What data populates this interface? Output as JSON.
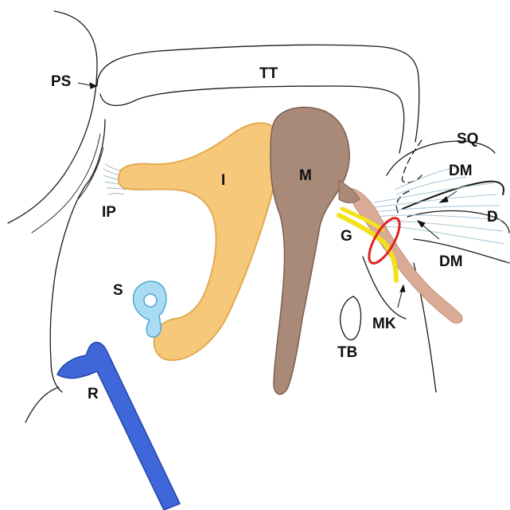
{
  "labels": {
    "ps": "PS",
    "tt": "TT",
    "sq": "SQ",
    "dm_upper": "DM",
    "dm_lower": "DM",
    "d": "D",
    "ip": "IP",
    "i": "I",
    "m": "M",
    "g": "G",
    "s": "S",
    "mk": "MK",
    "tb": "TB",
    "r": "R"
  },
  "colors": {
    "incus": "#f6c97a",
    "incus_edge": "#e3a94f",
    "malleus": "#a98a78",
    "malleus_edge": "#7c5f50",
    "stapes": "#a9dcf2",
    "stapes_edge": "#4fa7d6",
    "rod": "#3f67d9",
    "rod_edge": "#2445a8",
    "ligament": "#a9c4d4",
    "chorda_yellow": "#f2e21a",
    "ring_red": "#e0241f",
    "tail": "#d9ab96"
  }
}
